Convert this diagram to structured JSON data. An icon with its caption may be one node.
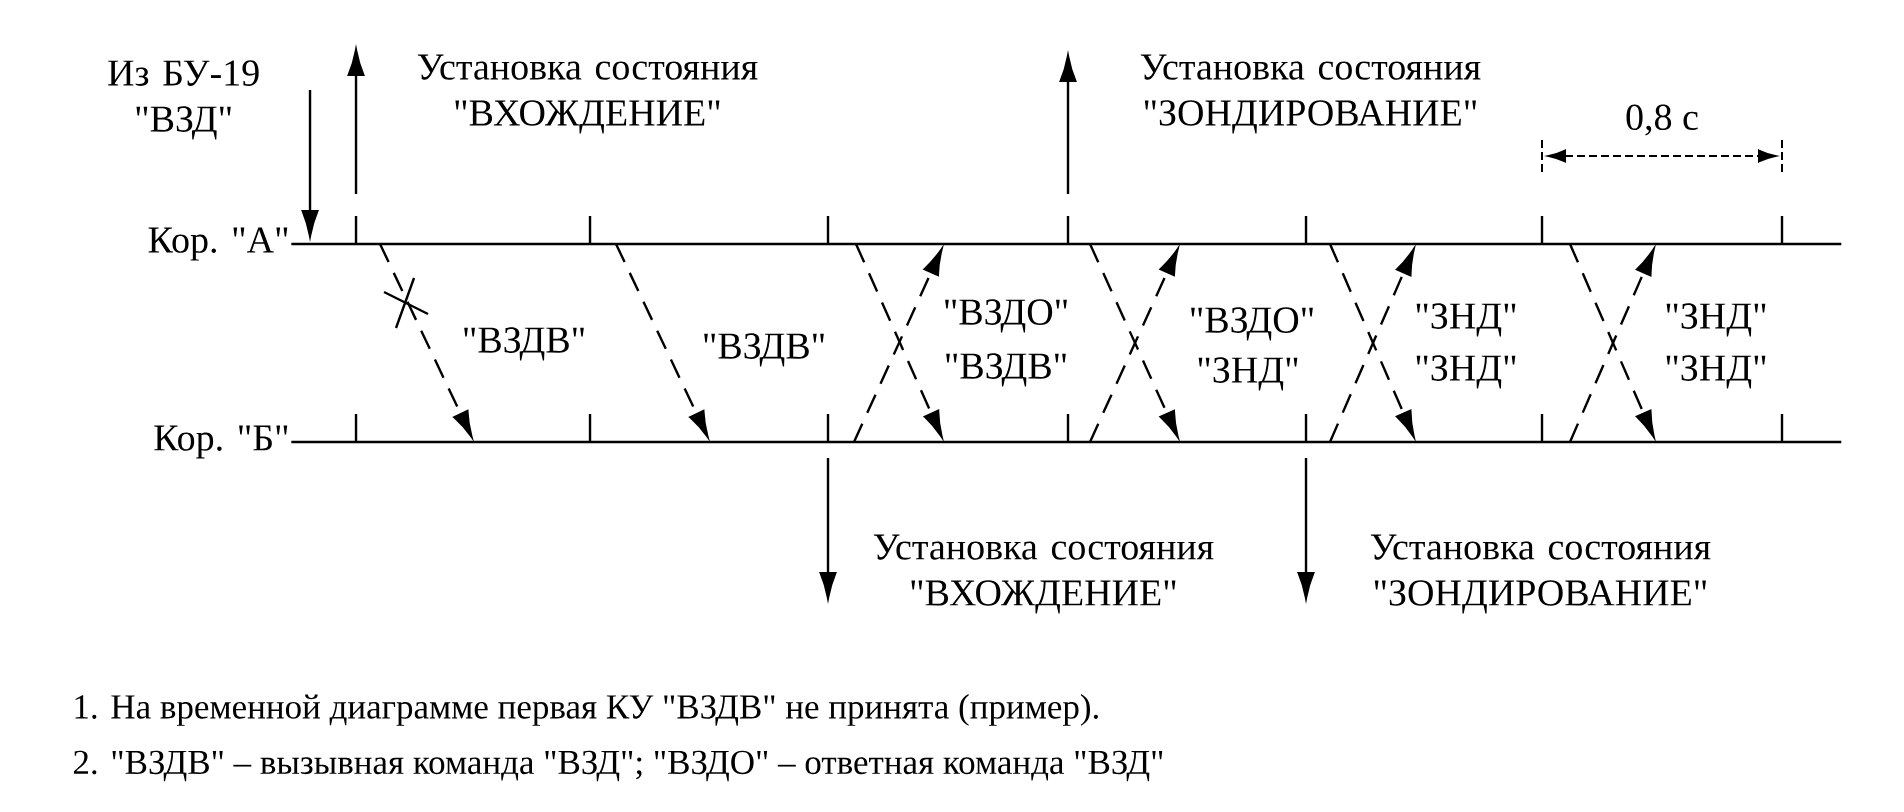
{
  "diagram": {
    "nodes": [
      {
        "text": [
          "Кор. \"А\""
        ]
      },
      {
        "text": [
          "Кор. \"Б\""
        ]
      },
      {
        "text": [
          "Из БУ-19 \"ВЗД\""
        ]
      },
      {
        "text": [
          "Установка состояния \"ВХОЖДЕНИЕ\""
        ]
      },
      {
        "text": [
          "Установка состояния \"ЗОНДИРОВАНИЕ\""
        ]
      },
      {
        "text": [
          "Установка состояния \"ВХОЖДЕНИЕ\""
        ]
      },
      {
        "text": [
          "Установка состояния \"ЗОНДИРОВАНИЕ\""
        ]
      }
    ],
    "edges": [
      {
        "from": 0,
        "to": 1,
        "arrow": "to",
        "style": "dashed",
        "label": "\"ВЗДВ\""
      },
      {
        "from": 0,
        "to": 1,
        "arrow": "to",
        "style": "dashed",
        "label": "\"ВЗДВ\""
      },
      {
        "from": 1,
        "to": 0,
        "arrow": "to",
        "style": "dashed",
        "label": "\"ВЗДО\""
      },
      {
        "from": 0,
        "to": 1,
        "arrow": "to",
        "style": "dashed",
        "label": "\"ВЗДВ\""
      },
      {
        "from": 1,
        "to": 0,
        "arrow": "to",
        "style": "dashed",
        "label": "\"ВЗДО\""
      },
      {
        "from": 0,
        "to": 1,
        "arrow": "to",
        "style": "dashed",
        "label": "\"ЗНД\""
      },
      {
        "from": 1,
        "to": 0,
        "arrow": "to",
        "style": "dashed",
        "label": "\"ЗНД\""
      },
      {
        "from": 0,
        "to": 1,
        "arrow": "to",
        "style": "dashed",
        "label": "\"ЗНД\""
      },
      {
        "from": 1,
        "to": 0,
        "arrow": "to",
        "style": "dashed",
        "label": "\"ЗНД\""
      },
      {
        "from": 0,
        "to": 1,
        "arrow": "to",
        "style": "dashed",
        "label": "\"ЗНД\""
      },
      {
        "from": 2,
        "to": 0,
        "arrow": "to"
      },
      {
        "from": 0,
        "to": 3,
        "arrow": "to"
      },
      {
        "from": 0,
        "to": 4,
        "arrow": "to"
      },
      {
        "from": 1,
        "to": 5,
        "arrow": "to"
      },
      {
        "from": 1,
        "to": 6,
        "arrow": "to"
      }
    ],
    "labels": [
      "0,8 с",
      "1. На временной диаграмме первая КУ \"ВЗДВ\" не принята (пример).",
      "2. \"ВЗДВ\" – вызывная команда \"ВЗД\";  \"ВЗДО\" – ответная команда \"ВЗД\""
    ]
  }
}
